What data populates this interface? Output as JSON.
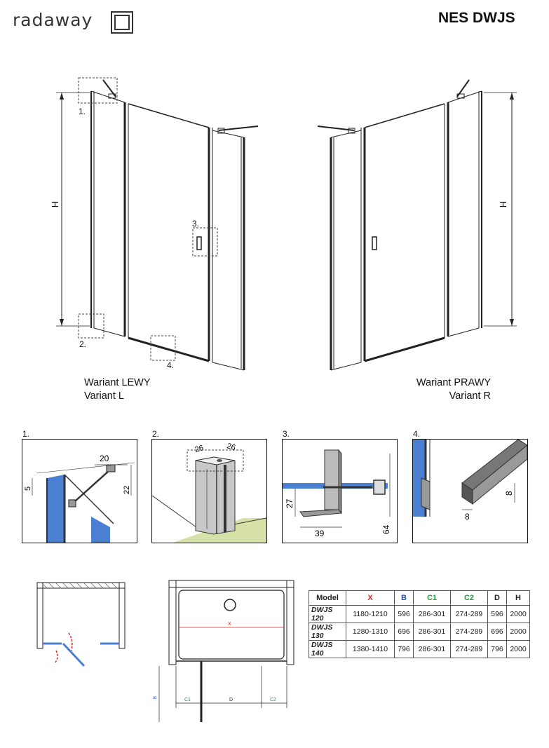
{
  "header": {
    "brand": "radaway",
    "model": "NES DWJS"
  },
  "variants": {
    "left_line1": "Wariant LEWY",
    "left_line2": "Variant L",
    "right_line1": "Wariant PRAWY",
    "right_line2": "Variant R"
  },
  "labels": {
    "h_left": "H",
    "h_right": "H",
    "callout1": "1.",
    "callout2": "2.",
    "callout3": "3.",
    "callout4": "4."
  },
  "details": {
    "d1": {
      "num": "1.",
      "dim_a": "20",
      "dim_b": "5",
      "dim_c": "22"
    },
    "d2": {
      "num": "2.",
      "dim_a": "26",
      "dim_b": "26"
    },
    "d3": {
      "num": "3.",
      "dim_a": "27",
      "dim_b": "39",
      "dim_c": "64"
    },
    "d4": {
      "num": "4.",
      "dim_a": "8",
      "dim_b": "8"
    }
  },
  "plan": {
    "x": "X",
    "b": "B",
    "c1": "C1",
    "d": "D",
    "c2": "C2"
  },
  "table": {
    "headers": [
      "Model",
      "X",
      "B",
      "C1",
      "C2",
      "D",
      "H"
    ],
    "header_colors": [
      "#111111",
      "#d9261c",
      "#1f4fb5",
      "#1e9e3a",
      "#1e9e3a",
      "#111111",
      "#111111"
    ],
    "rows": [
      [
        "DWJS 120",
        "1180-1210",
        "596",
        "286-301",
        "274-289",
        "596",
        "2000"
      ],
      [
        "DWJS 130",
        "1280-1310",
        "696",
        "286-301",
        "274-289",
        "696",
        "2000"
      ],
      [
        "DWJS 140",
        "1380-1410",
        "796",
        "286-301",
        "274-289",
        "796",
        "2000"
      ]
    ]
  }
}
